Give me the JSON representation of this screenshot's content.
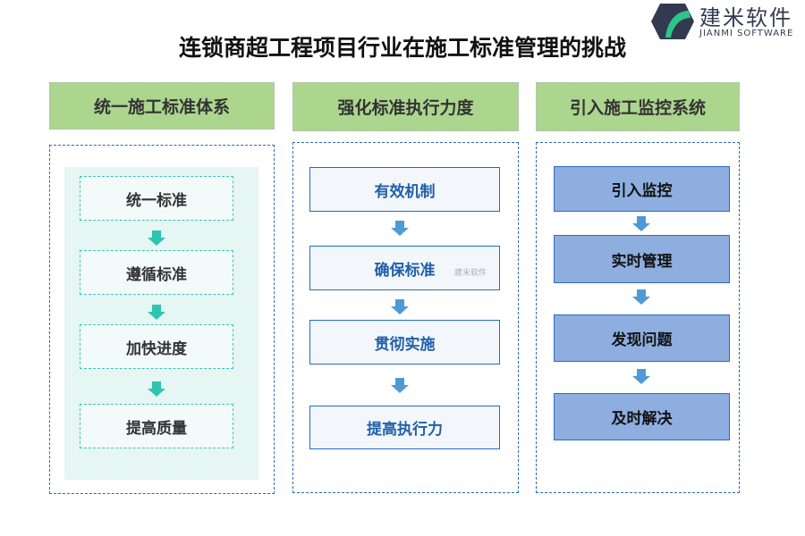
{
  "logo": {
    "name": "建米软件",
    "sub": "JIANMI SOFTWARE"
  },
  "title": "连锁商超工程项目行业在施工标准管理的挑战",
  "columns": [
    {
      "header": "统一施工标准体系",
      "steps": [
        "统一标准",
        "遵循标准",
        "加快进度",
        "提高质量"
      ]
    },
    {
      "header": "强化标准执行力度",
      "steps": [
        "有效机制",
        "确保标准",
        "贯彻实施",
        "提高执行力"
      ]
    },
    {
      "header": "引入施工监控系统",
      "steps": [
        "引入监控",
        "实时管理",
        "发现问题",
        "及时解决"
      ]
    }
  ],
  "watermark": "建米软件",
  "colors": {
    "header": "#acd58e",
    "teal_arrow": "#2ec4b0",
    "blue_arrow": "#4e9ad6"
  }
}
